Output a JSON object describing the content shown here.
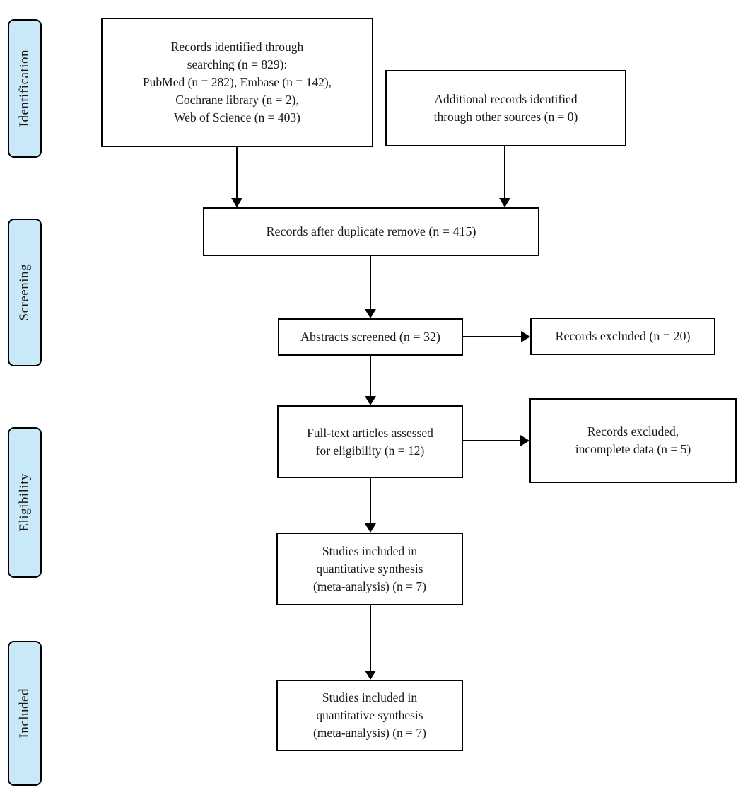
{
  "diagram": {
    "kind": "prisma-flow",
    "stages": [
      {
        "label": "Identification"
      },
      {
        "label": "Screening"
      },
      {
        "label": "Eligibility"
      },
      {
        "label": "Included"
      }
    ],
    "boxes": {
      "records_identified": "Records identified through\nsearching (n = 829):\nPubMed (n = 282), Embase (n = 142),\nCochrane library (n = 2),\nWeb of Science (n = 403)",
      "additional_records": "Additional records identified\nthrough other sources (n = 0)",
      "after_duplicates": "Records after duplicate remove (n = 415)",
      "abstracts_screened": "Abstracts screened (n = 32)",
      "records_excluded": "Records excluded (n = 20)",
      "fulltext_assessed": "Full-text articles assessed\nfor eligibility (n = 12)",
      "excluded_incomplete": "Records excluded,\nincomplete data (n = 5)",
      "synthesis_first": "Studies included in\nquantitative synthesis\n(meta-analysis) (n = 7)",
      "synthesis_second": "Studies included in\nquantitative synthesis\n(meta-analysis) (n = 7)"
    },
    "counts": {
      "identified_total": 829,
      "pubmed": 282,
      "embase": 142,
      "cochrane_library": 2,
      "web_of_science": 403,
      "additional_sources": 0,
      "after_duplicates": 415,
      "abstracts_screened": 32,
      "records_excluded": 20,
      "fulltext_assessed": 12,
      "excluded_incomplete_data": 5,
      "included_quantitative_synthesis": 7
    },
    "colors": {
      "stage_fill": "#c9e8f8",
      "box_border": "#000000",
      "text": "#1a1a1a",
      "background": "#ffffff"
    }
  }
}
